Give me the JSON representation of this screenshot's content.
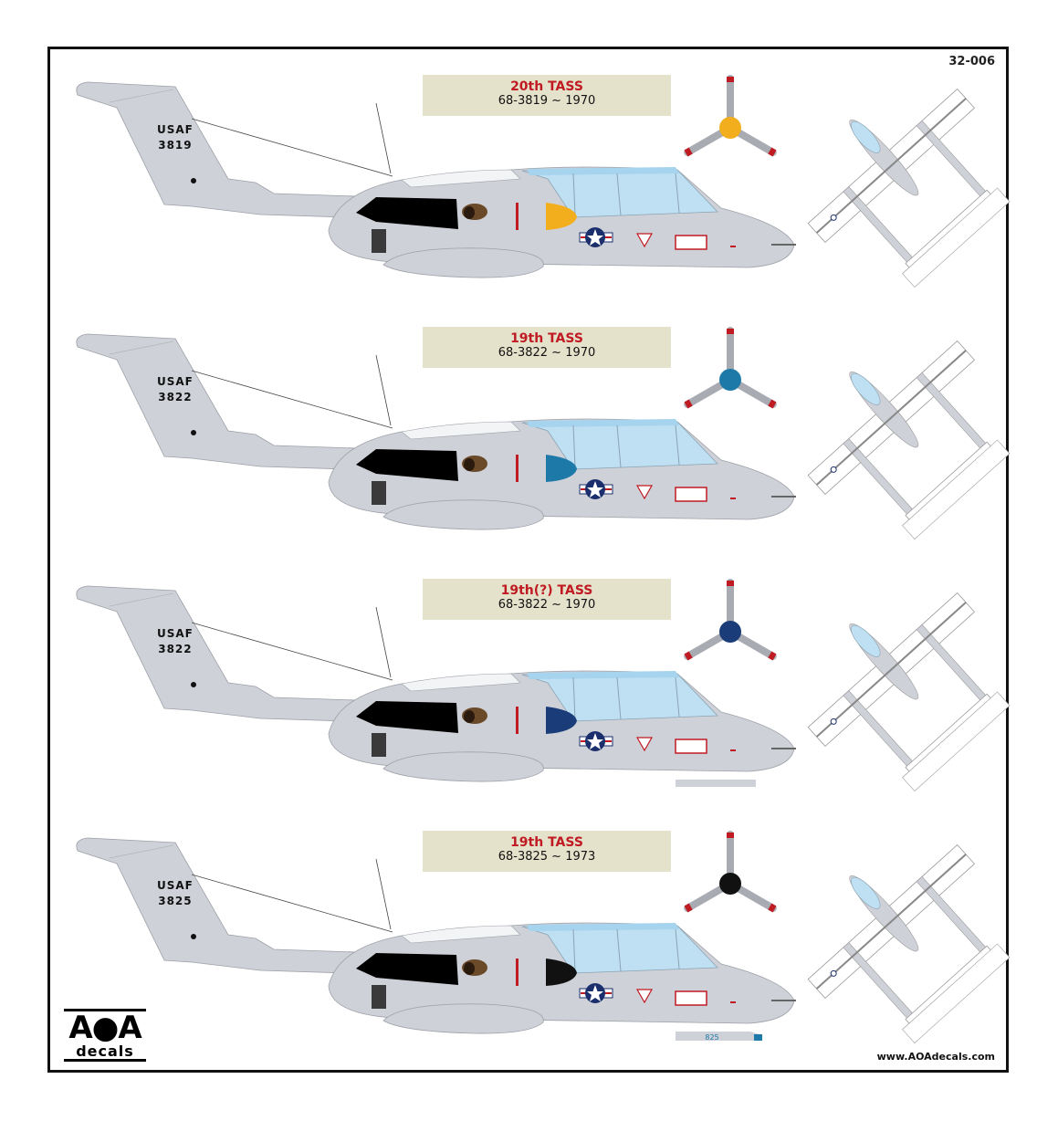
{
  "sheet": {
    "product_code": "32-006",
    "website": "www.AOAdecals.com",
    "logo_text": "AOA decals"
  },
  "colors": {
    "aircraft_grey": "#cfd1d8",
    "canopy": "#bfe0f3",
    "title_red": "#c01a22",
    "title_bg": "#e5e2cb"
  },
  "profiles": [
    {
      "title": "20th TASS",
      "subtitle": "68-3819 ~ 1970",
      "tail_line1": "USAF",
      "tail_line2": "3819",
      "spinner": "yellow-black",
      "spinner_color": "#f2ae1c"
    },
    {
      "title": "19th TASS",
      "subtitle": "68-3822 ~ 1970",
      "tail_line1": "USAF",
      "tail_line2": "3822",
      "spinner": "blue",
      "spinner_color": "#1d7aa8"
    },
    {
      "title": "19th(?) TASS",
      "subtitle": "68-3822 ~ 1970",
      "tail_line1": "USAF",
      "tail_line2": "3822",
      "spinner": "dark-blue-stars",
      "spinner_color": "#1a3c78"
    },
    {
      "title": "19th TASS",
      "subtitle": "68-3825 ~ 1973",
      "tail_line1": "USAF",
      "tail_line2": "3825",
      "spinner": "black",
      "spinner_color": "#111111"
    }
  ],
  "extras": {
    "strip_label": "825"
  }
}
